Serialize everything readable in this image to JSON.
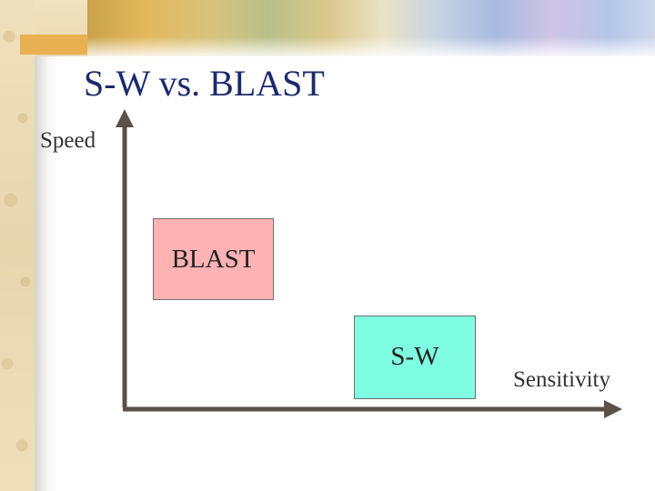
{
  "slide": {
    "title": "S-W vs. BLAST",
    "y_axis_label": "Speed",
    "x_axis_label": "Sensitivity",
    "boxes": [
      {
        "label": "BLAST",
        "color": "#ffb2b4"
      },
      {
        "label": "S-W",
        "color": "#7ffde0"
      }
    ]
  },
  "theme": {
    "title_color": "#1c2a6b",
    "axis_color": "#5a5148"
  }
}
